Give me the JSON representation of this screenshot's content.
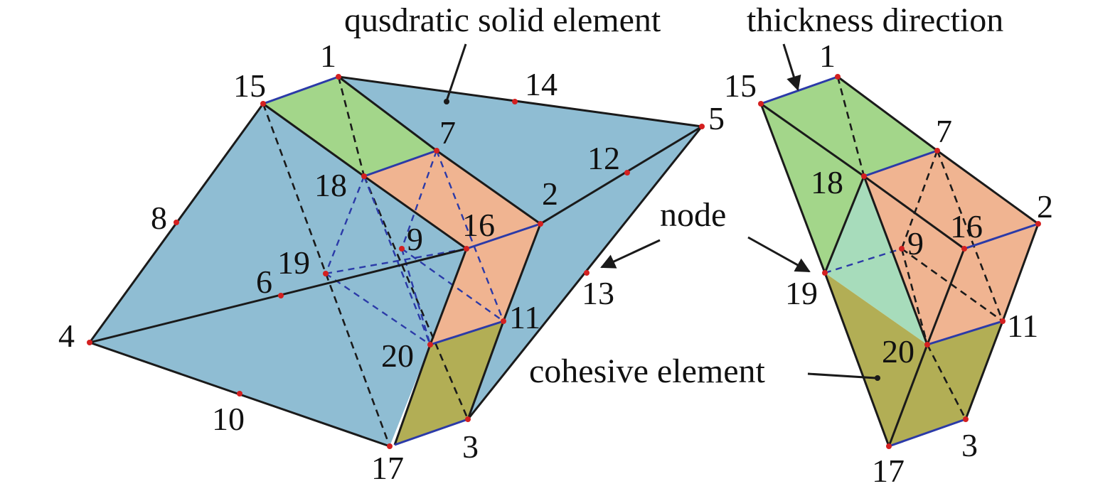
{
  "annotations": {
    "solid_element": "qusdratic solid element",
    "thickness_direction": "thickness direction",
    "node": "node",
    "cohesive_element": "cohesive element"
  },
  "left_nodes": [
    "1",
    "2",
    "3",
    "4",
    "5",
    "6",
    "7",
    "8",
    "9",
    "10",
    "11",
    "12",
    "13",
    "14",
    "15",
    "16",
    "17",
    "18",
    "19",
    "20"
  ],
  "right_nodes": [
    "1",
    "2",
    "3",
    "7",
    "9",
    "11",
    "15",
    "16",
    "17",
    "18",
    "19",
    "20"
  ],
  "colors": {
    "solid_blue": "#8fbdd3",
    "cohesive_green": "#a3d68a",
    "cohesive_orange": "#f0b491",
    "cohesive_olive": "#b2ae55",
    "cohesive_light_green": "#a7dcbb",
    "edge_blue": "#2b3aa8",
    "node_red": "#d42020"
  }
}
